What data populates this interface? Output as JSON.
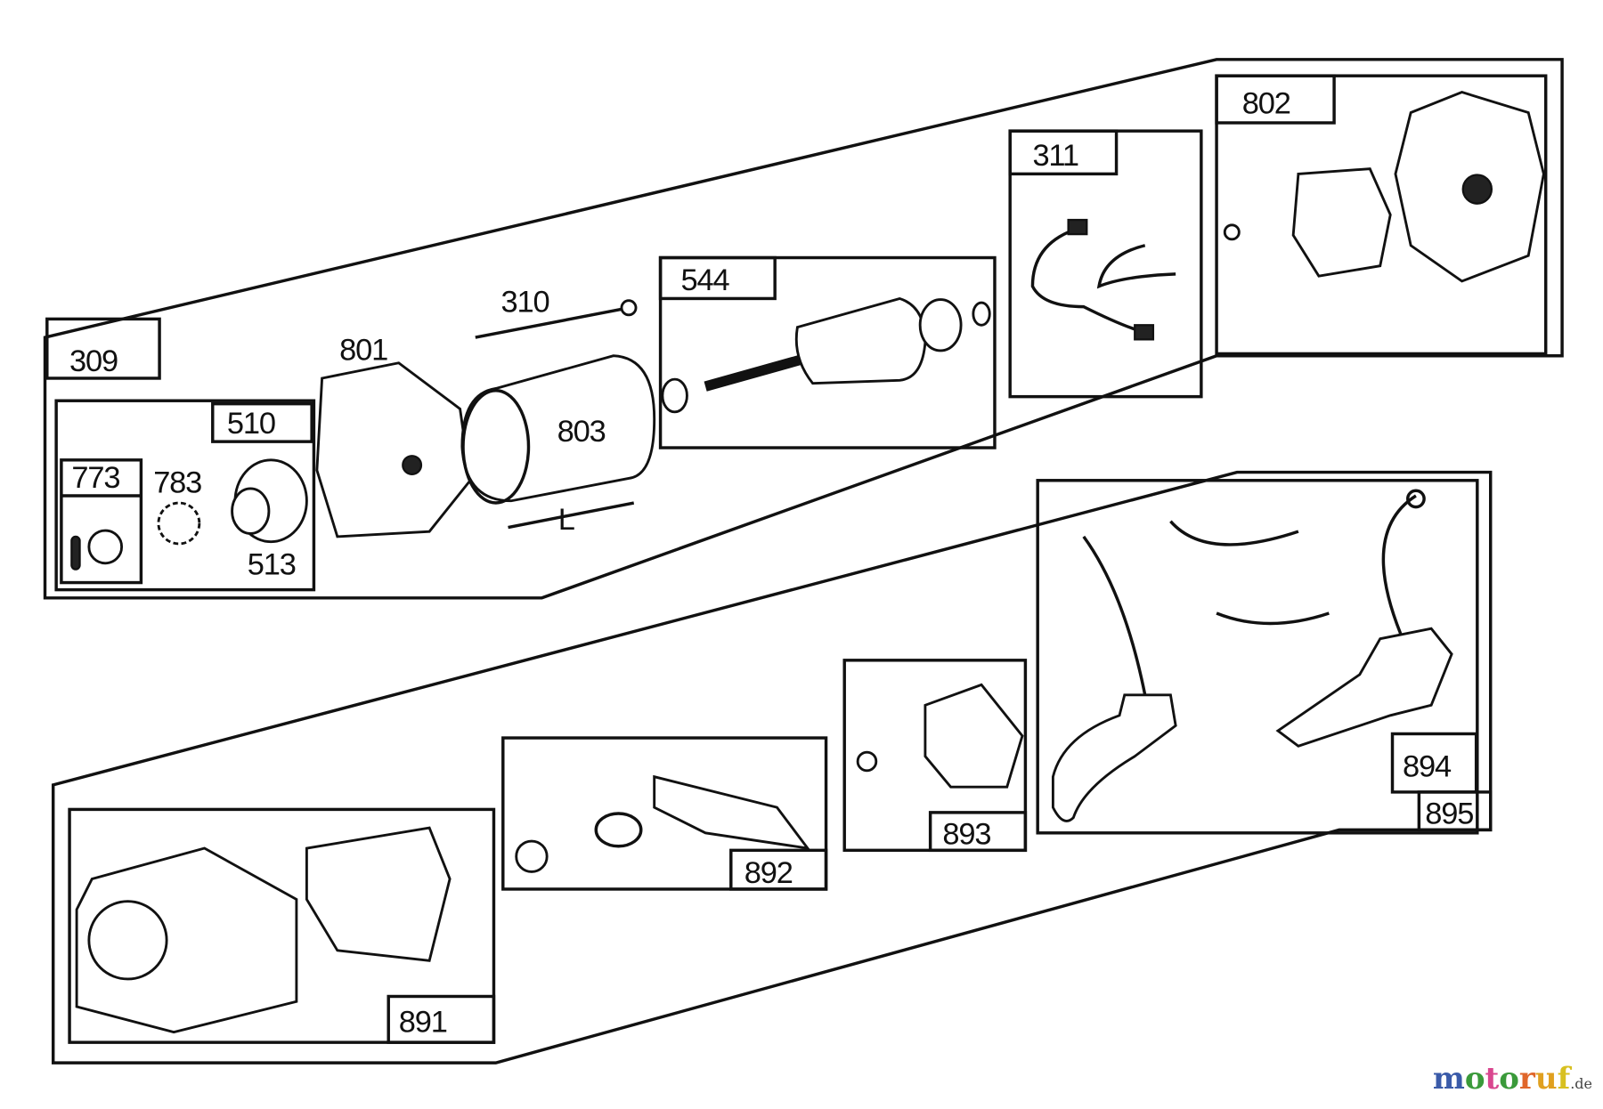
{
  "parts": {
    "p309": "309",
    "p310": "310",
    "p311": "311",
    "p510": "510",
    "p513": "513",
    "p544": "544",
    "p773": "773",
    "p783": "783",
    "p801": "801",
    "p802": "802",
    "p803": "803",
    "p891": "891",
    "p892": "892",
    "p893": "893",
    "p894": "894",
    "p895": "895",
    "dim_L": "L"
  },
  "watermark": {
    "text": "motoruf",
    "suffix": ".de",
    "colors": [
      "#3b5ba9",
      "#3a9a3a",
      "#d9478f",
      "#3a9a3a",
      "#e0662a",
      "#e0a020",
      "#d8c020"
    ]
  }
}
